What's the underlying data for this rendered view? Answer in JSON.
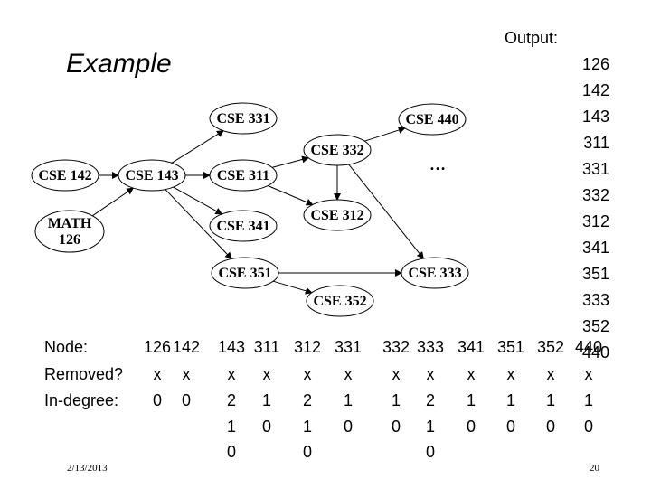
{
  "title": "Example",
  "output": {
    "label": "Output:",
    "items": [
      "126",
      "142",
      "143",
      "311",
      "331",
      "332",
      "312",
      "341",
      "351",
      "333",
      "352",
      "440"
    ]
  },
  "graph": {
    "nodes": [
      {
        "id": "cse142",
        "label": "CSE 142"
      },
      {
        "id": "cse143",
        "label": "CSE 143"
      },
      {
        "id": "math126",
        "label": "MATH",
        "label2": "126"
      },
      {
        "id": "cse331",
        "label": "CSE 331"
      },
      {
        "id": "cse311",
        "label": "CSE 311"
      },
      {
        "id": "cse341",
        "label": "CSE 341"
      },
      {
        "id": "cse351",
        "label": "CSE 351"
      },
      {
        "id": "cse332",
        "label": "CSE 332"
      },
      {
        "id": "cse312",
        "label": "CSE 312"
      },
      {
        "id": "cse440",
        "label": "CSE 440"
      },
      {
        "id": "cse333",
        "label": "CSE 333"
      },
      {
        "id": "cse352",
        "label": "CSE 352"
      }
    ],
    "edges": [
      [
        "cse142",
        "cse143"
      ],
      [
        "math126",
        "cse143"
      ],
      [
        "cse143",
        "cse331"
      ],
      [
        "cse143",
        "cse311"
      ],
      [
        "cse143",
        "cse341"
      ],
      [
        "cse143",
        "cse351"
      ],
      [
        "cse311",
        "cse332"
      ],
      [
        "cse311",
        "cse312"
      ],
      [
        "cse332",
        "cse312"
      ],
      [
        "cse332",
        "cse440"
      ],
      [
        "cse332",
        "cse333"
      ],
      [
        "cse351",
        "cse333"
      ],
      [
        "cse351",
        "cse352"
      ]
    ],
    "ellipsis": "…"
  },
  "table": {
    "node_label": "Node:",
    "removed_label": "Removed?",
    "indegree_label": "In-degree:",
    "columns": [
      "126",
      "142",
      "143",
      "311",
      "312",
      "331",
      "332",
      "333",
      "341",
      "351",
      "352",
      "440"
    ],
    "removed": [
      "x",
      "x",
      "x",
      "x",
      "x",
      "x",
      "x",
      "x",
      "x",
      "x",
      "x",
      "x"
    ],
    "indegree_rows": [
      [
        "0",
        "0",
        "2",
        "1",
        "2",
        "1",
        "1",
        "2",
        "1",
        "1",
        "1",
        "1"
      ],
      [
        "",
        "",
        "1",
        "0",
        "1",
        "0",
        "0",
        "1",
        "0",
        "0",
        "0",
        "0"
      ],
      [
        "",
        "",
        "0",
        "",
        "0",
        "",
        "",
        "0",
        "",
        "",
        "",
        ""
      ]
    ]
  },
  "footer": {
    "date": "2/13/2013",
    "page": "20"
  }
}
